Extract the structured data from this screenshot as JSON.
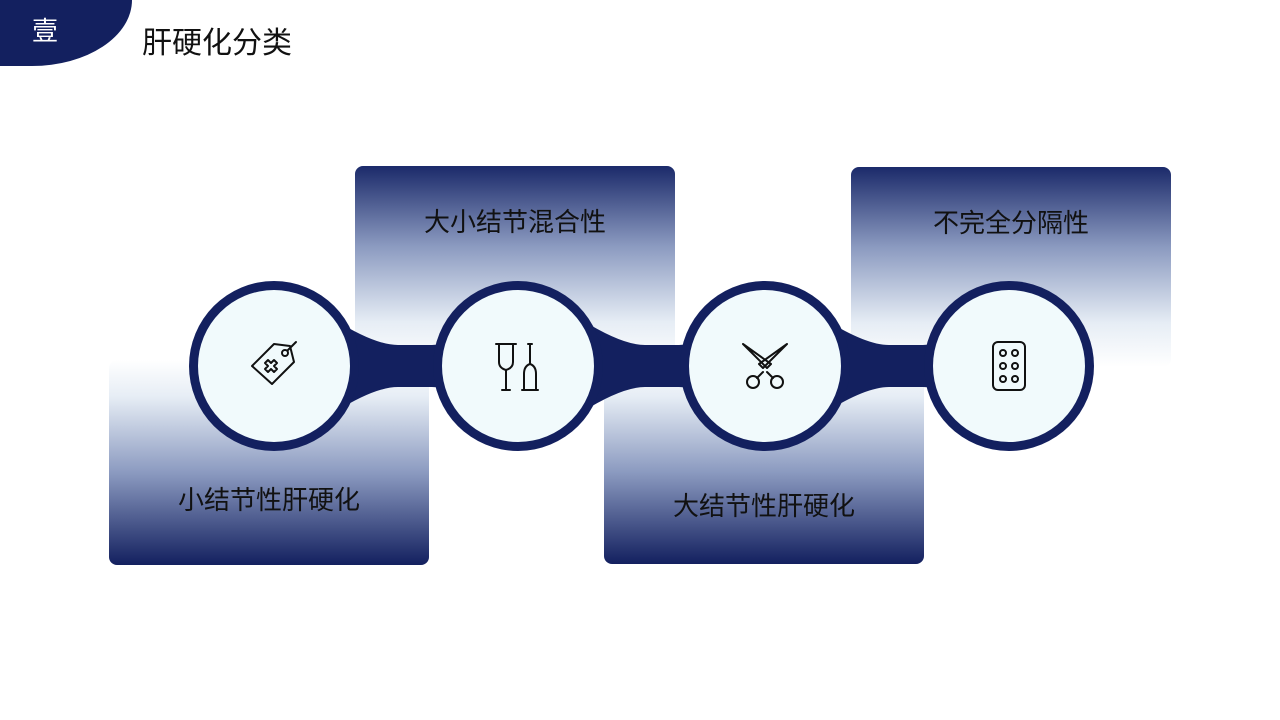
{
  "header": {
    "badge_label": "壹",
    "title": "肝硬化分类"
  },
  "diagram": {
    "items": [
      {
        "label": "小结节性肝硬化",
        "icon": "tag-icon",
        "position": "bottom"
      },
      {
        "label": "大小结节混合性",
        "icon": "crutch-bottle-icon",
        "position": "top"
      },
      {
        "label": "大结节性肝硬化",
        "icon": "scissors-icon",
        "position": "bottom"
      },
      {
        "label": "不完全分隔性",
        "icon": "pill-blister-icon",
        "position": "top"
      }
    ]
  },
  "colors": {
    "primary": "#13205f",
    "circle_fill": "#f1fafc",
    "background": "#ffffff"
  }
}
